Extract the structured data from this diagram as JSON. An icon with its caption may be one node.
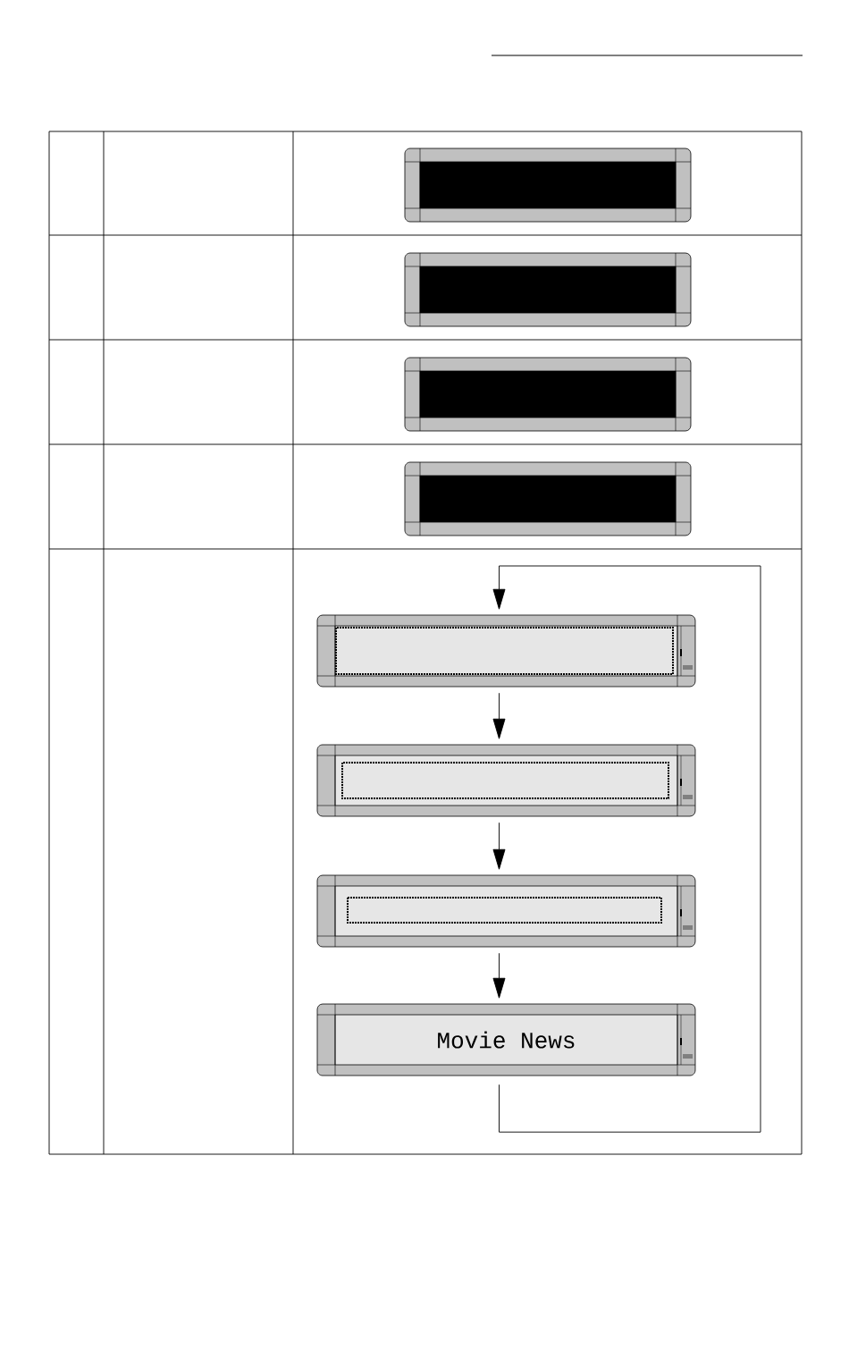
{
  "diagram": {
    "nodes": [
      {
        "text": [],
        "shape": "box"
      },
      {
        "text": [],
        "shape": "box"
      },
      {
        "text": [],
        "shape": "box"
      },
      {
        "text": [
          "Movie News"
        ]
      }
    ],
    "edges": [
      {
        "from": 0,
        "to": 1,
        "arrow": "to"
      },
      {
        "from": 1,
        "to": 2,
        "arrow": "to"
      },
      {
        "from": 2,
        "to": 3,
        "arrow": "to"
      },
      {
        "from": 3,
        "to": 0,
        "arrow": "to"
      }
    ]
  }
}
